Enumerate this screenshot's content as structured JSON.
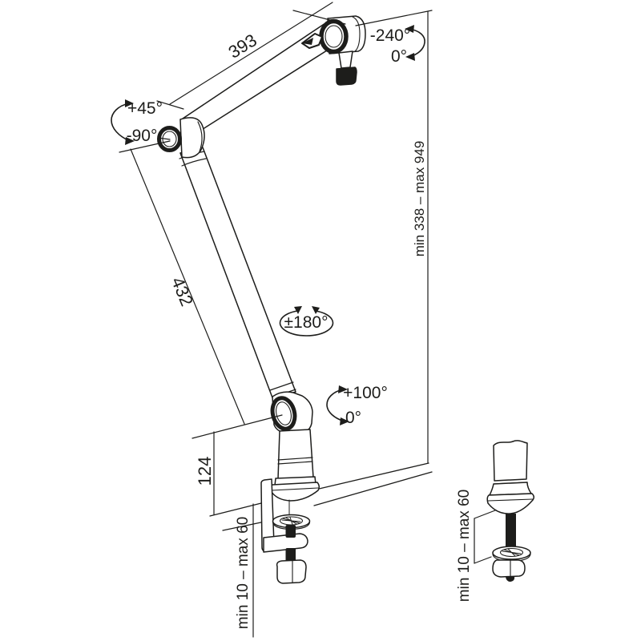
{
  "diagram": {
    "type": "microphone-boom-arm-dimension-drawing",
    "colors": {
      "line": "#1d1d1b",
      "background": "#ffffff"
    },
    "dimensions": {
      "upper_arm_length": "393",
      "lower_arm_length": "432",
      "base_column_height": "124",
      "height_range": "min 338 – max 949",
      "desk_thickness_range": "min 10 – max 60",
      "desk_thickness_range_detail": "min 10 – max 60"
    },
    "angles": {
      "mic_mount_rotation_max": "-240°",
      "mic_mount_rotation_min": "0°",
      "elbow_joint_up": "+45°",
      "elbow_joint_down": "-90°",
      "arm_swivel": "±180°",
      "lower_joint_tilt_max": "+100°",
      "lower_joint_tilt_min": "0°"
    }
  }
}
